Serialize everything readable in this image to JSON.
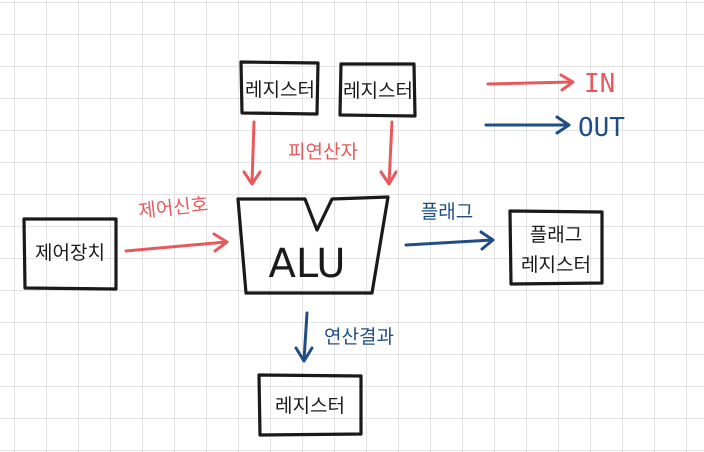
{
  "nodes": {
    "register_top_left": "레지스터",
    "register_top_right": "레지스터",
    "alu": "ALU",
    "control_unit": "제어장치",
    "flag_register_line1": "플래그",
    "flag_register_line2": "레지스터",
    "register_bottom": "레지스터"
  },
  "edges": {
    "operands": "피연산자",
    "control_signal": "제어신호",
    "flag": "플래그",
    "result": "연산결과"
  },
  "legend": {
    "in": "IN",
    "out": "OUT"
  },
  "colors": {
    "in_arrow": "#e8585c",
    "out_arrow": "#1f4e86",
    "box_stroke": "#1a1a1a"
  }
}
